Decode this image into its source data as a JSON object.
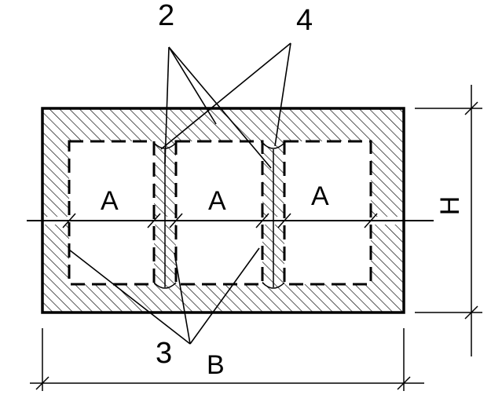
{
  "diagram": {
    "callouts": {
      "top_left": "2",
      "top_right": "4",
      "bottom": "3"
    },
    "cells": [
      "A",
      "A",
      "A"
    ],
    "dimensions": {
      "width": "B",
      "height": "H"
    },
    "colors": {
      "line": "#000000",
      "background": "#ffffff"
    }
  }
}
